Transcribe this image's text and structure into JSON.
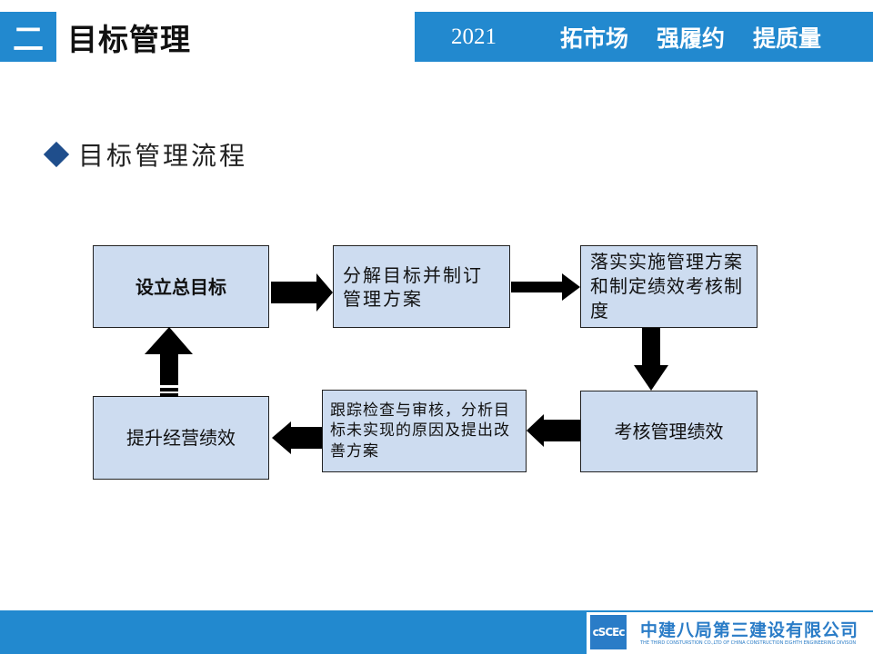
{
  "header": {
    "section_number": "二",
    "title": "目标管理",
    "year": "2021",
    "slogans": [
      "拓市场",
      "强履约",
      "提质量"
    ]
  },
  "section_title": "目标管理流程",
  "flow": {
    "boxes": [
      "设立总目标",
      "分解目标并制订管理方案",
      "落实实施管理方案和制定绩效考核制度",
      "考核管理绩效",
      "跟踪检查与审核，分析目标未实现的原因及提出改善方案",
      "提升经营绩效"
    ],
    "box_fill": "#cddcf0",
    "arrow_color": "#000000"
  },
  "footer": {
    "company_cn": "中建八局第三建设有限公司",
    "company_en": "THE THIRD CONSTURSTION CO.,LTD OF CHINA CONSTRUCTION EIGHTH ENGINEERING DIVISON",
    "logo_text": "cSCEc",
    "brand_color": "#2289cf"
  }
}
